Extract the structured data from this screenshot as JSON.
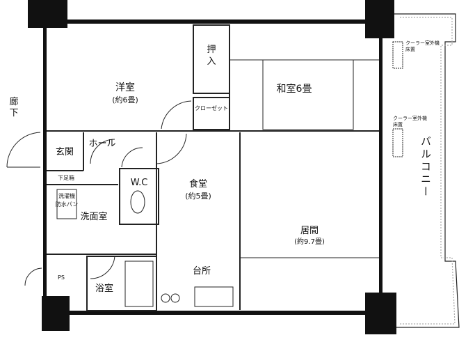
{
  "rooms": {
    "western": {
      "name": "洋室",
      "size": "(約6畳)"
    },
    "oshiire": "押入",
    "closet": "クローゼット",
    "washitsu": "和室6畳",
    "corridor": "廊下",
    "entrance": "玄関",
    "hall": "ホール",
    "shoe_box": "下足箱",
    "wc": "W.C",
    "dining": {
      "name": "食堂",
      "size": "(約5畳)"
    },
    "washroom": "洗面室",
    "washer_pan": [
      "洗濯機",
      "防水パン"
    ],
    "living": {
      "name": "居間",
      "size": "(約9.7畳)"
    },
    "kitchen": "台所",
    "bath": "浴室",
    "ps": "PS",
    "balcony": "バルコニー",
    "ac_unit_1": [
      "クーラー室外機",
      "床置"
    ],
    "ac_unit_2": [
      "クーラー室外機",
      "床置"
    ]
  },
  "colors": {
    "wall": "#111111",
    "line": "#222222",
    "hatch": "#999999"
  }
}
